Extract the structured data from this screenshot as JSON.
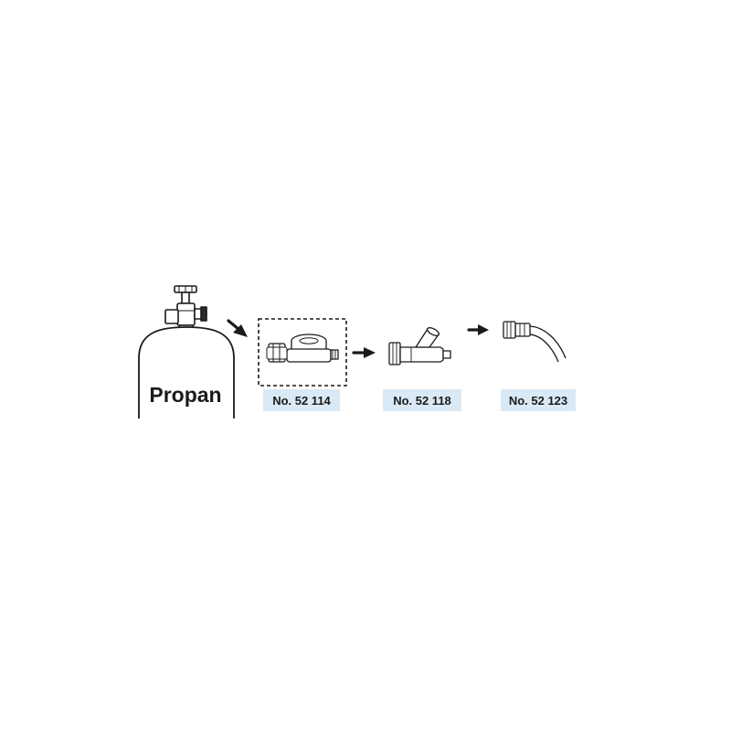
{
  "cylinder": {
    "label": "Propan"
  },
  "parts": [
    {
      "label": "No. 52 114"
    },
    {
      "label": "No. 52 118"
    },
    {
      "label": "No. 52 123"
    }
  ],
  "colors": {
    "line": "#1a1a1a",
    "label_background": "#d9e9f5",
    "background": "#ffffff"
  }
}
